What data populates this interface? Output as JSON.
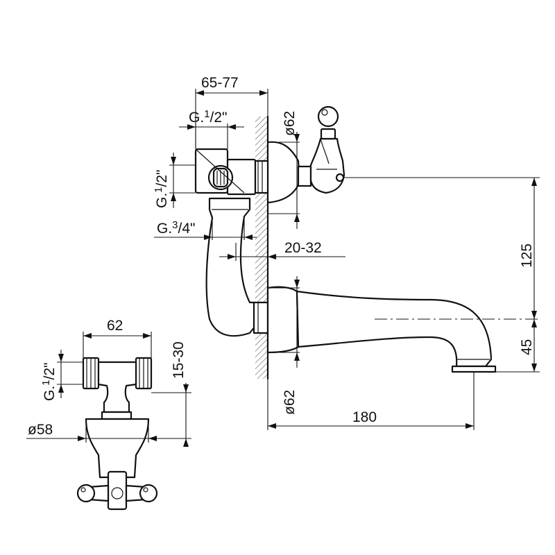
{
  "dimensions": {
    "top_width": "65-77",
    "inlet_thread_top": {
      "prefix": "G.",
      "num": "1",
      "den": "2",
      "suffix": "\""
    },
    "inlet_thread_side": {
      "prefix": "G.",
      "num": "1",
      "den": "2",
      "suffix": "\""
    },
    "outlet_thread": {
      "prefix": "G.",
      "num": "3",
      "den": "4",
      "suffix": "\""
    },
    "wall_range": "20-32",
    "rosette_top": "ø62",
    "rosette_bottom": "ø62",
    "spout_height": "125",
    "spout_drop": "45",
    "spout_length": "180",
    "bottom_width": "62",
    "bottom_thread": {
      "prefix": "G.",
      "num": "1",
      "den": "2",
      "suffix": "\""
    },
    "bottom_depth": "15-30",
    "bottom_diameter": "ø58"
  }
}
